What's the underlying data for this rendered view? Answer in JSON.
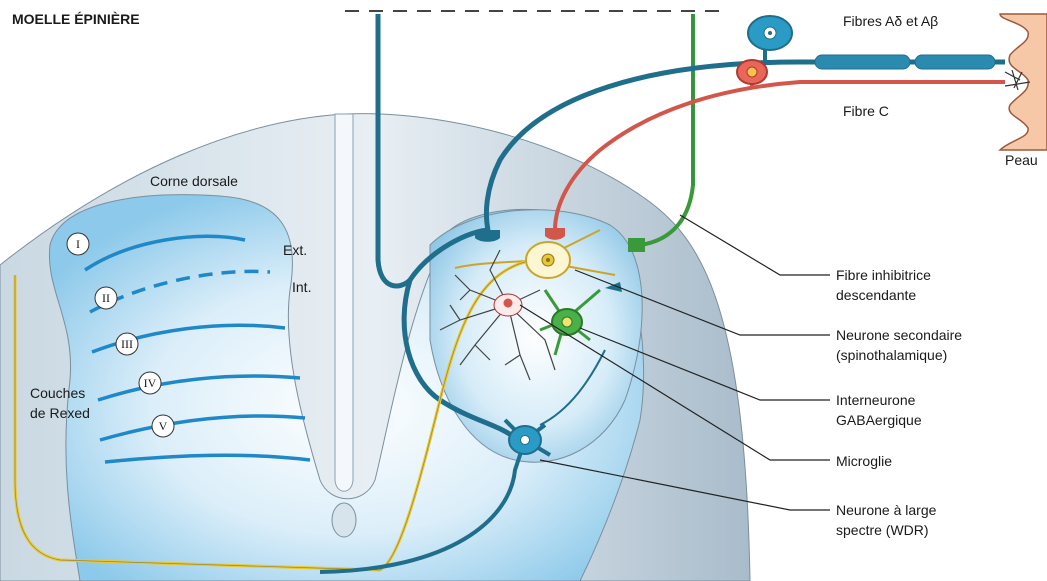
{
  "title": "MOELLE ÉPINIÈRE",
  "labels": {
    "fibres_a": "Fibres Aδ et Aβ",
    "fibre_c": "Fibre C",
    "peau": "Peau",
    "corne_dorsale": "Corne dorsale",
    "ext": "Ext.",
    "int": "Int.",
    "couches_1": "Couches",
    "couches_2": "de Rexed"
  },
  "laminae": [
    "I",
    "II",
    "III",
    "IV",
    "V"
  ],
  "legend": [
    {
      "line1": "Fibre inhibitrice",
      "line2": "descendante"
    },
    {
      "line1": "Neurone secondaire",
      "line2": "(spinothalamique)"
    },
    {
      "line1": "Interneurone",
      "line2": "GABAergique"
    },
    {
      "line1": "Microglie",
      "line2": ""
    },
    {
      "line1": "Neurone à large",
      "line2": "spectre (WDR)"
    }
  ],
  "colors": {
    "teal": "#1f6e8c",
    "red": "#d2574a",
    "green": "#3a9a3a",
    "yellow": "#e8c83a",
    "skin": "#f6c8a8"
  }
}
